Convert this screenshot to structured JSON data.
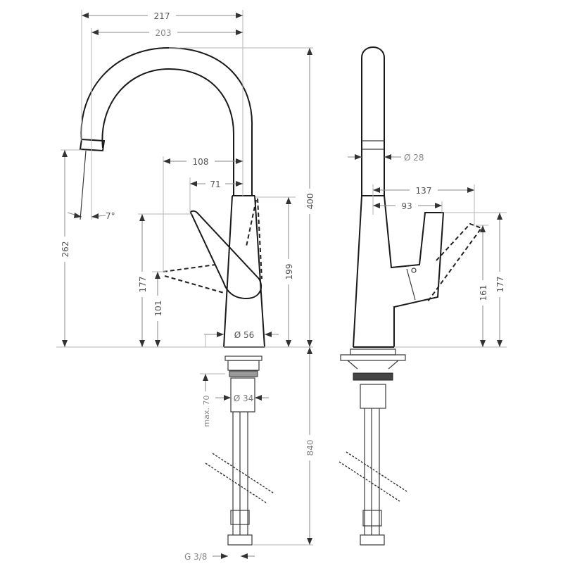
{
  "diagram": {
    "title": "Kitchen mixer tap – technical dimension drawing",
    "views": [
      "front view",
      "side view"
    ],
    "front_view": {
      "dimensions": {
        "overall_reach": "217",
        "spout_reach": "203",
        "total_height": "400",
        "spout_outlet_height": "262",
        "spout_angle": "7°",
        "lever_reach_max": "108",
        "lever_reach": "71",
        "body_height": "199",
        "lever_height": "177",
        "lever_height_open": "101",
        "base_diameter": "Ø 56",
        "mounting_diameter": "Ø 34",
        "max_deck_thickness": "max. 70",
        "hose_length": "840",
        "connection_thread": "G 3/8"
      }
    },
    "side_view": {
      "dimensions": {
        "spout_diameter": "Ø 28",
        "lever_reach_open": "137",
        "lever_reach": "93",
        "lever_height_open": "161",
        "lever_height": "177"
      }
    },
    "colors": {
      "outline": "#1a1a1a",
      "dimension_line": "#8a8a8a",
      "label_text": "#555555",
      "background": "#ffffff"
    }
  }
}
